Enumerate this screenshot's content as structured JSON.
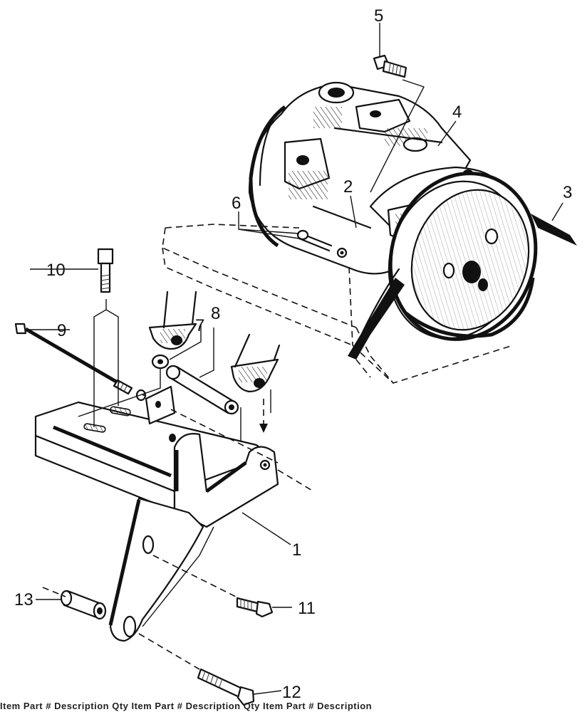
{
  "callouts": [
    "1",
    "2",
    "3",
    "4",
    "5",
    "6",
    "7",
    "8",
    "9",
    "10",
    "11",
    "12",
    "13"
  ],
  "footer": "Item    Part #    Description    Qty Item    Part #    Description    Qty Item    Part #    Description"
}
